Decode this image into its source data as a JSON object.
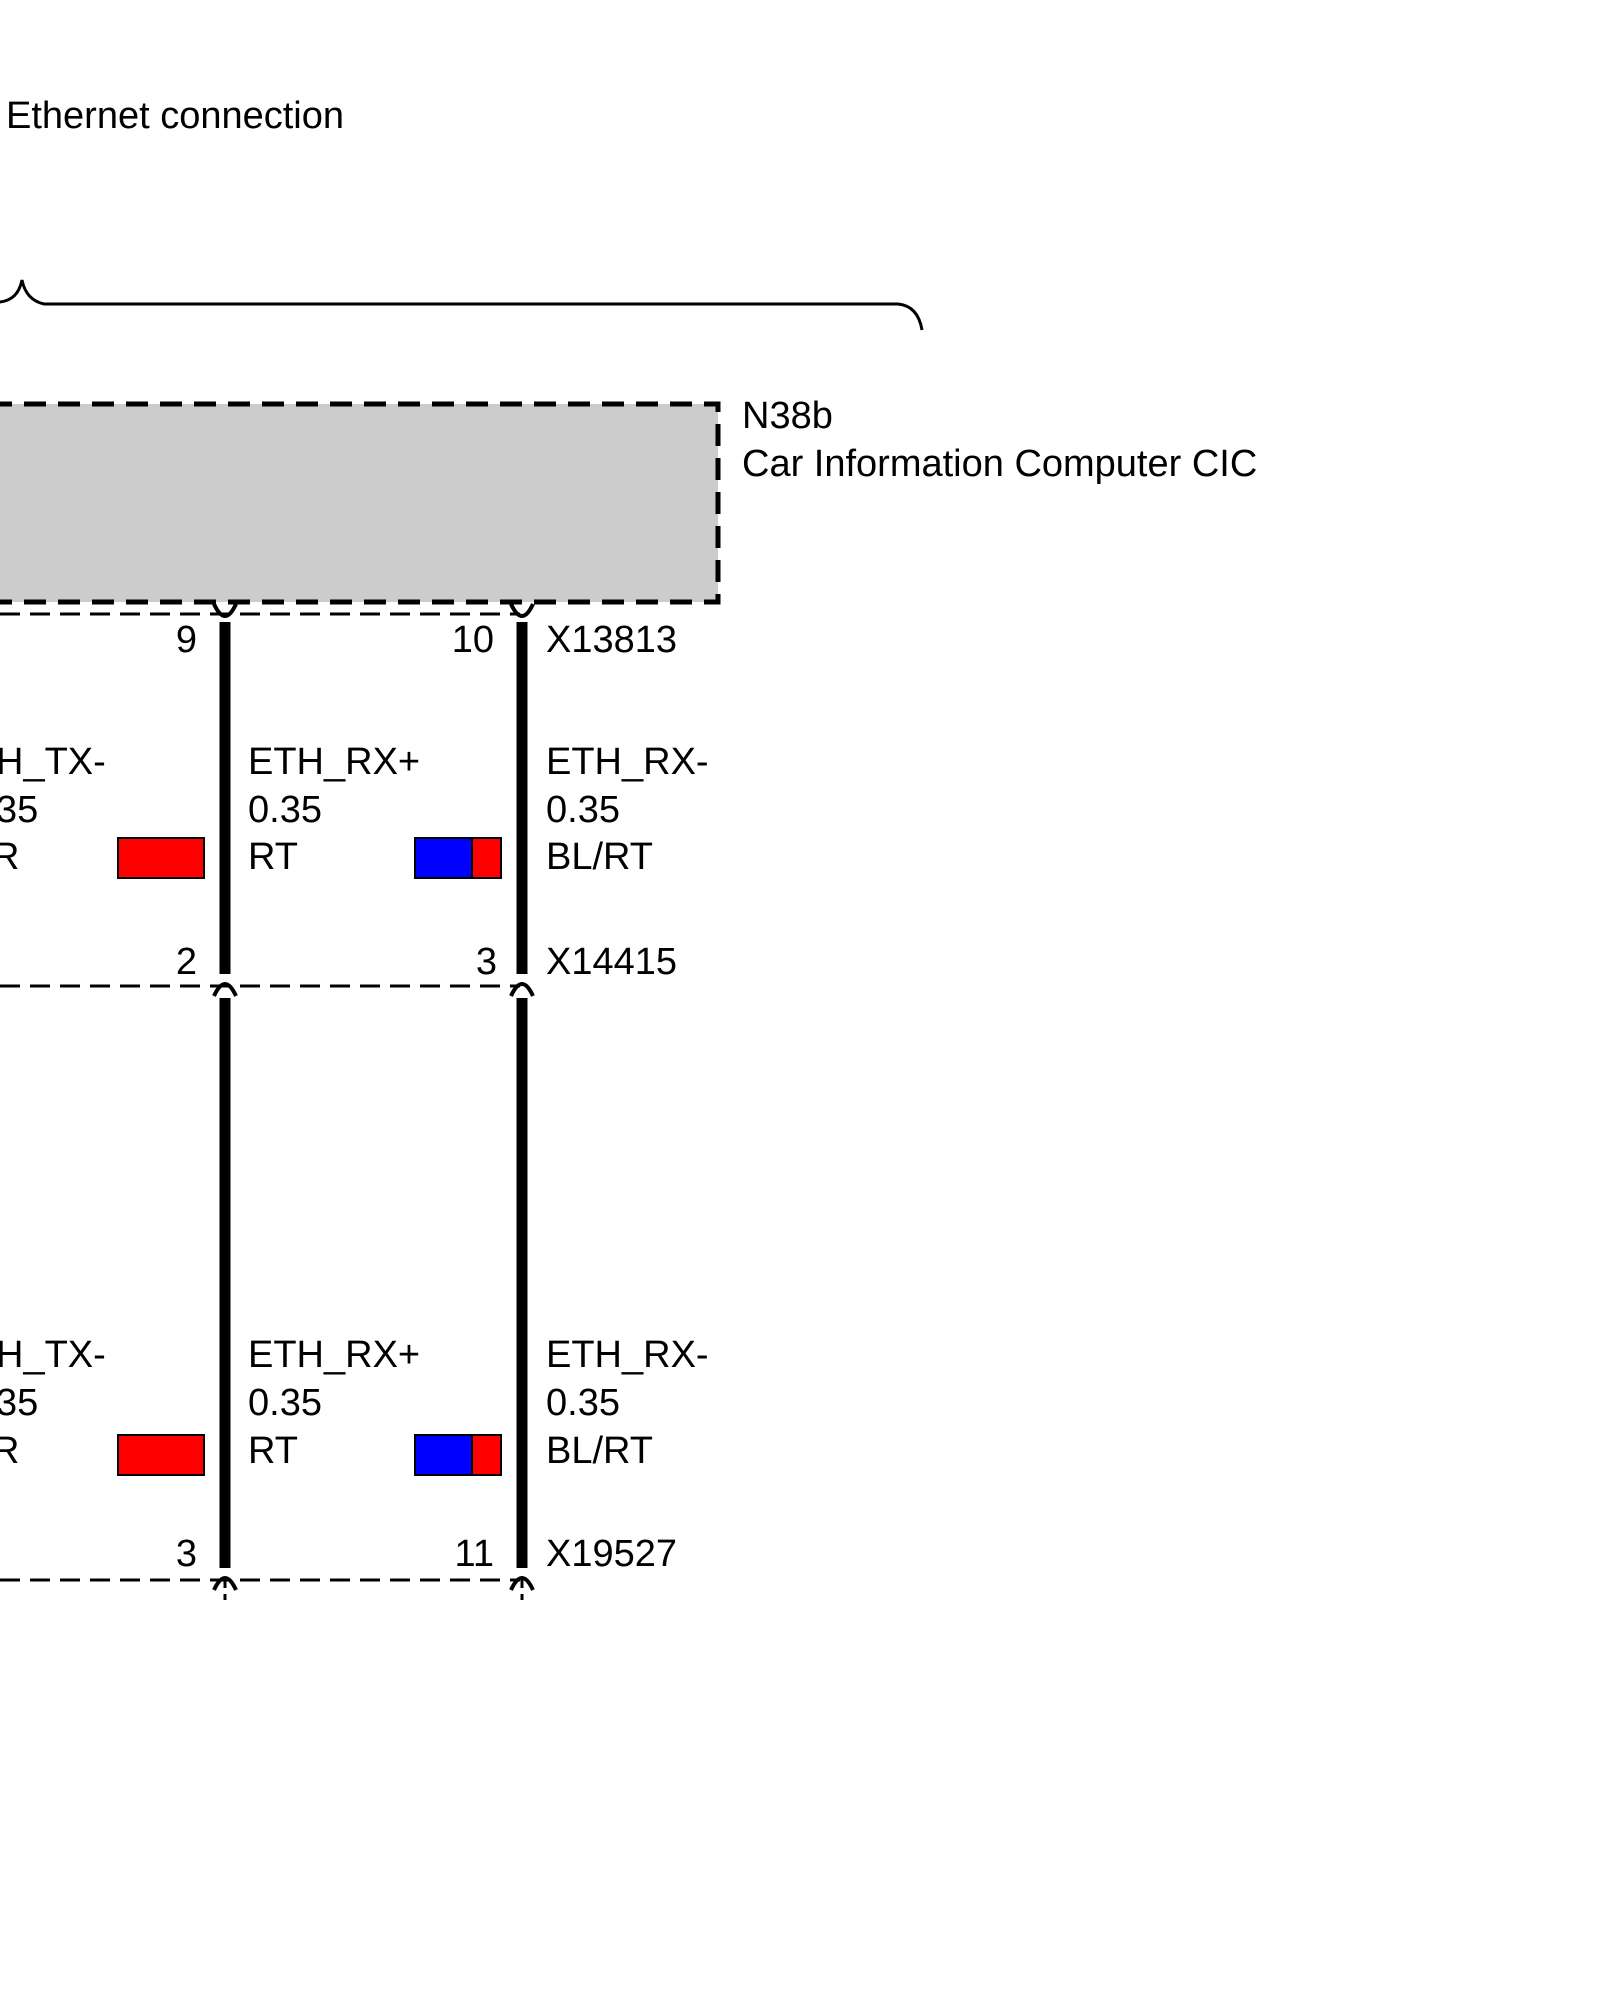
{
  "title": "Ethernet connection",
  "component": {
    "id": "N38b",
    "name": "Car Information Computer CIC"
  },
  "connectors": [
    {
      "id": "X13813",
      "pins": [
        "9",
        "10"
      ]
    },
    {
      "id": "X14415",
      "pins": [
        "2",
        "3"
      ]
    },
    {
      "id": "X19527",
      "pins": [
        "3",
        "11"
      ]
    }
  ],
  "cut_off_labels": [
    "H_TX-",
    "35",
    "R"
  ],
  "wire_segments": {
    "upper": [
      {
        "signal": "ETH_RX+",
        "gauge": "0.35",
        "color_code": "RT",
        "colors": [
          "#ff0000"
        ]
      },
      {
        "signal": "ETH_RX-",
        "gauge": "0.35",
        "color_code": "BL/RT",
        "colors": [
          "#0000ff",
          "#ff0000"
        ]
      }
    ],
    "lower": [
      {
        "signal": "ETH_RX+",
        "gauge": "0.35",
        "color_code": "RT",
        "colors": [
          "#ff0000"
        ]
      },
      {
        "signal": "ETH_RX-",
        "gauge": "0.35",
        "color_code": "BL/RT",
        "colors": [
          "#0000ff",
          "#ff0000"
        ]
      }
    ]
  },
  "colors": {
    "component_fill": "#cccccc",
    "wire": "#000000",
    "red": "#ff0000",
    "blue": "#0000ff"
  }
}
